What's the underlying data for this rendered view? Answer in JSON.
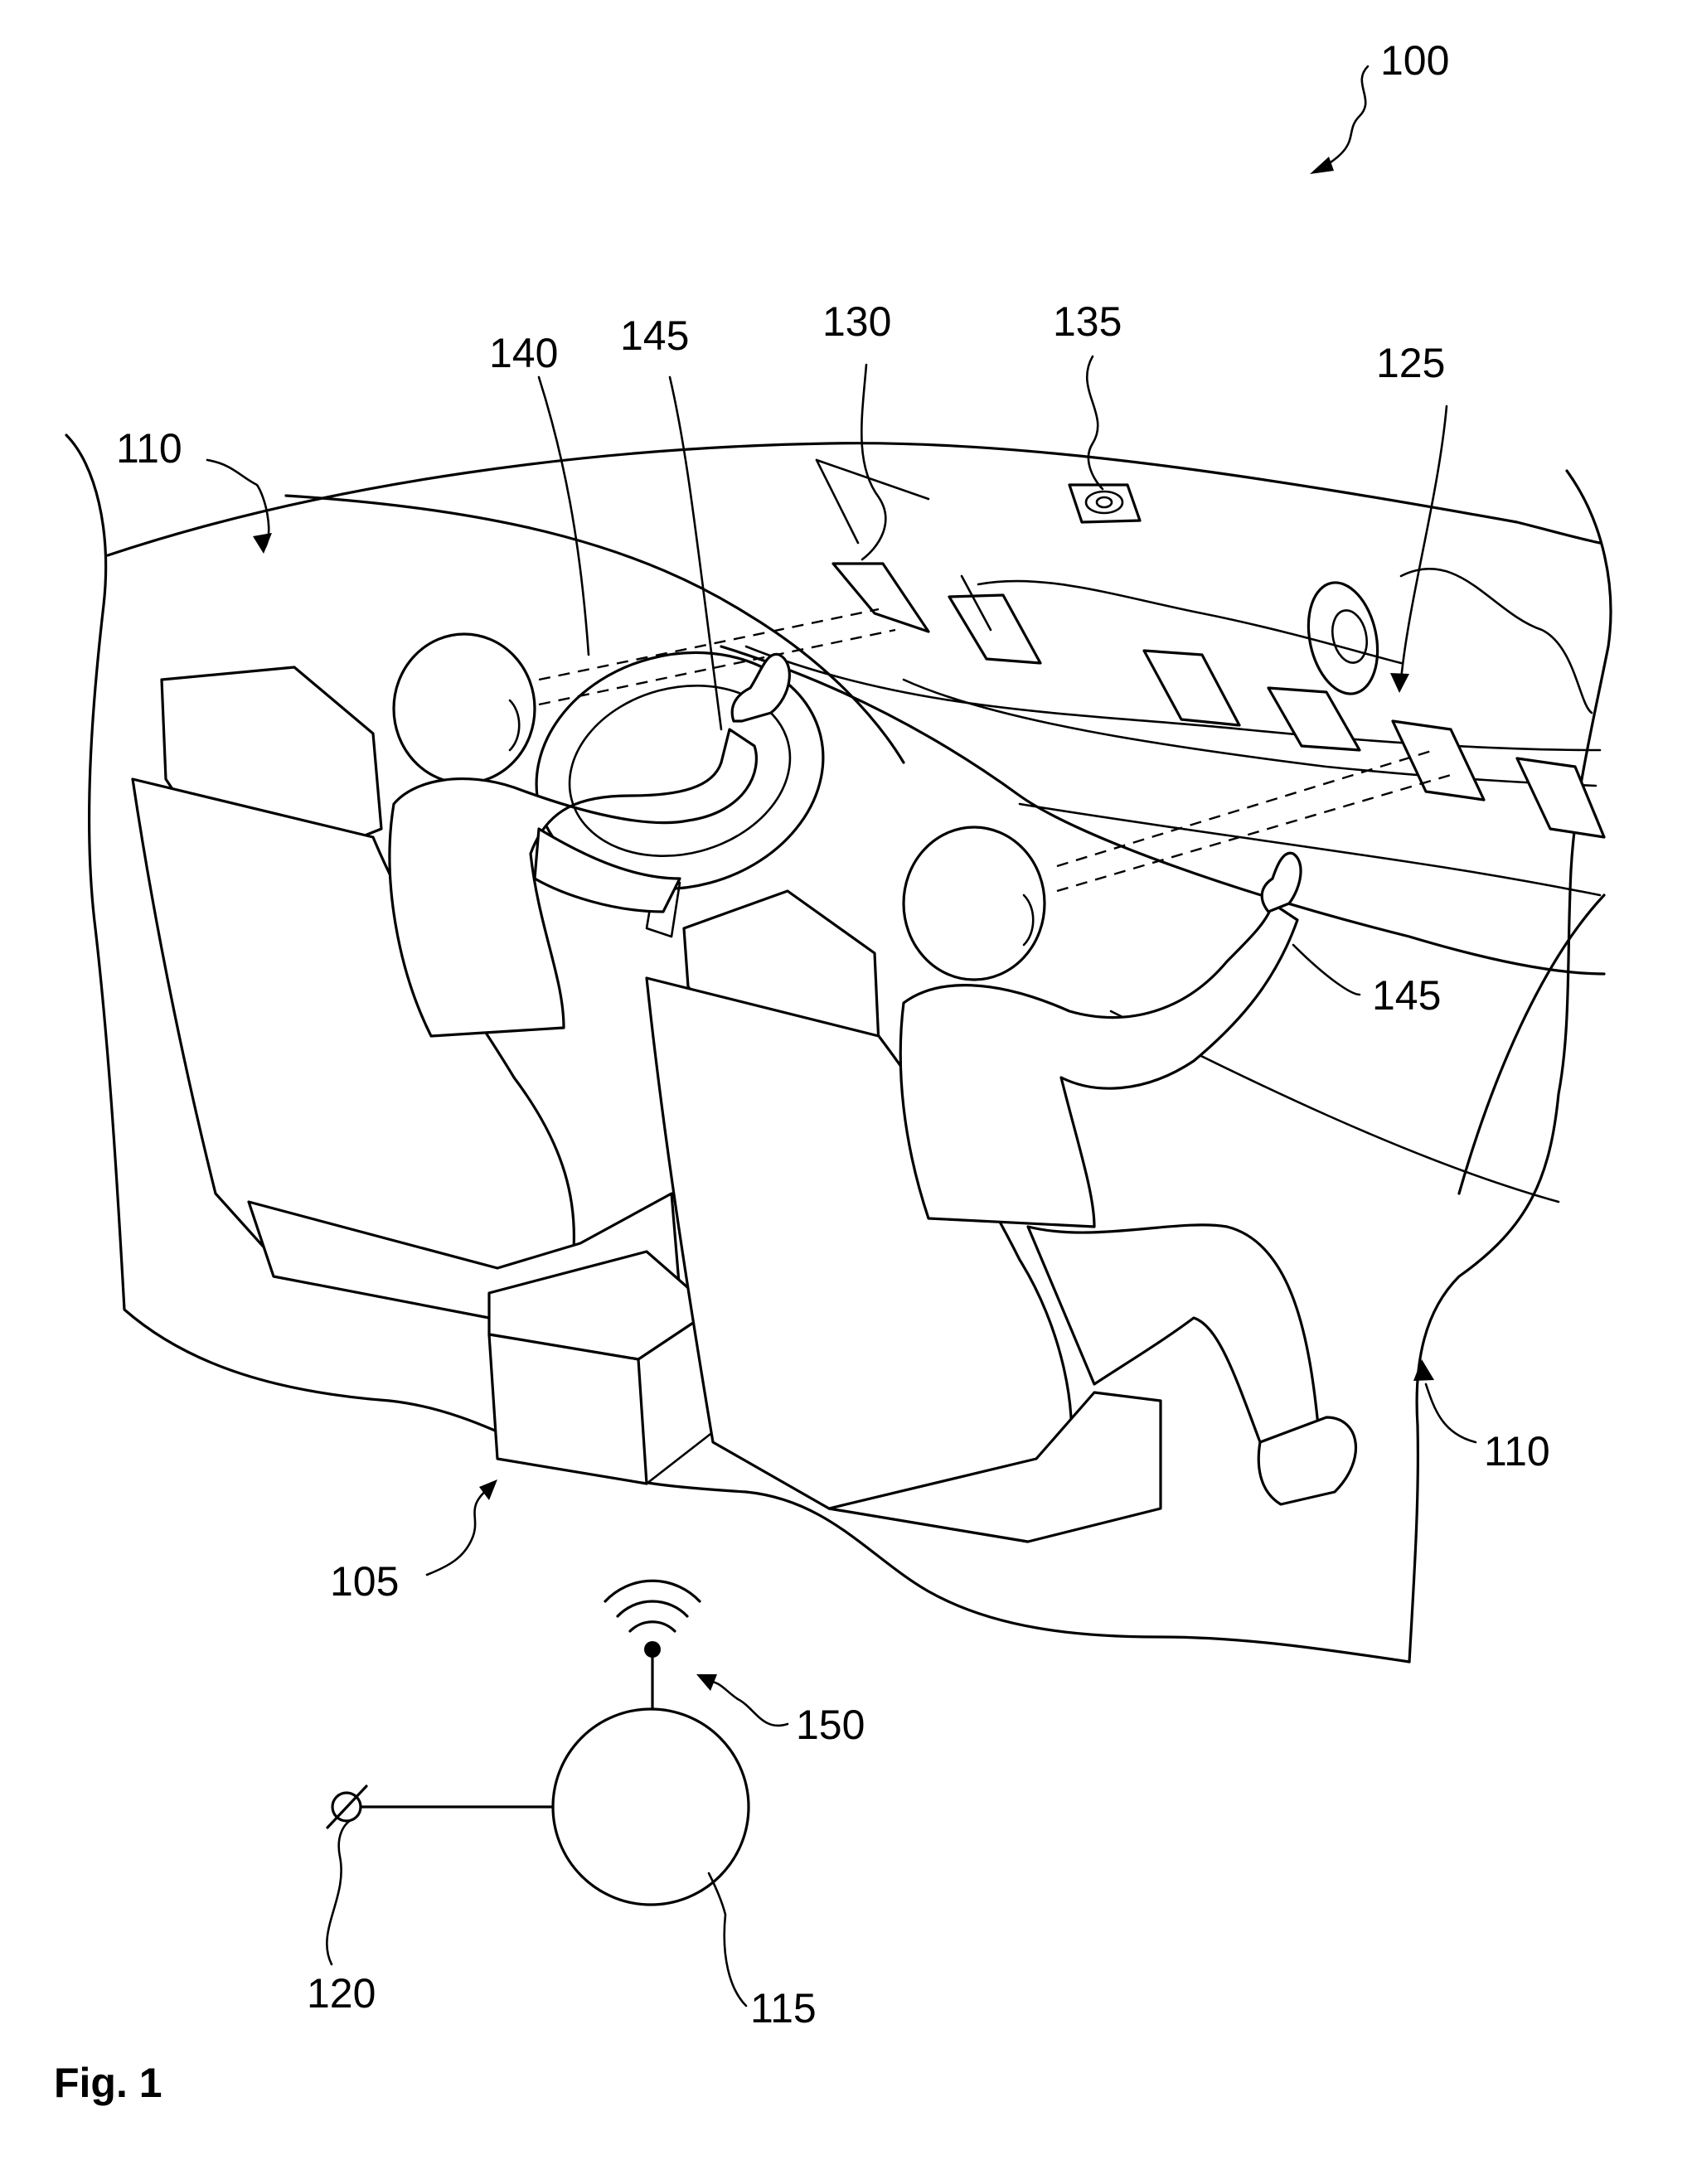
{
  "figure": {
    "caption": "Fig. 1",
    "labels": {
      "system": "100",
      "vehicle": "105",
      "interior_left": "110",
      "interior_right": "110",
      "controller": "115",
      "connection": "120",
      "display_row": "125",
      "display": "130",
      "camera": "135",
      "steering_wheel": "140",
      "gesture_driver": "145",
      "gesture_passenger": "145",
      "wireless": "150"
    }
  }
}
